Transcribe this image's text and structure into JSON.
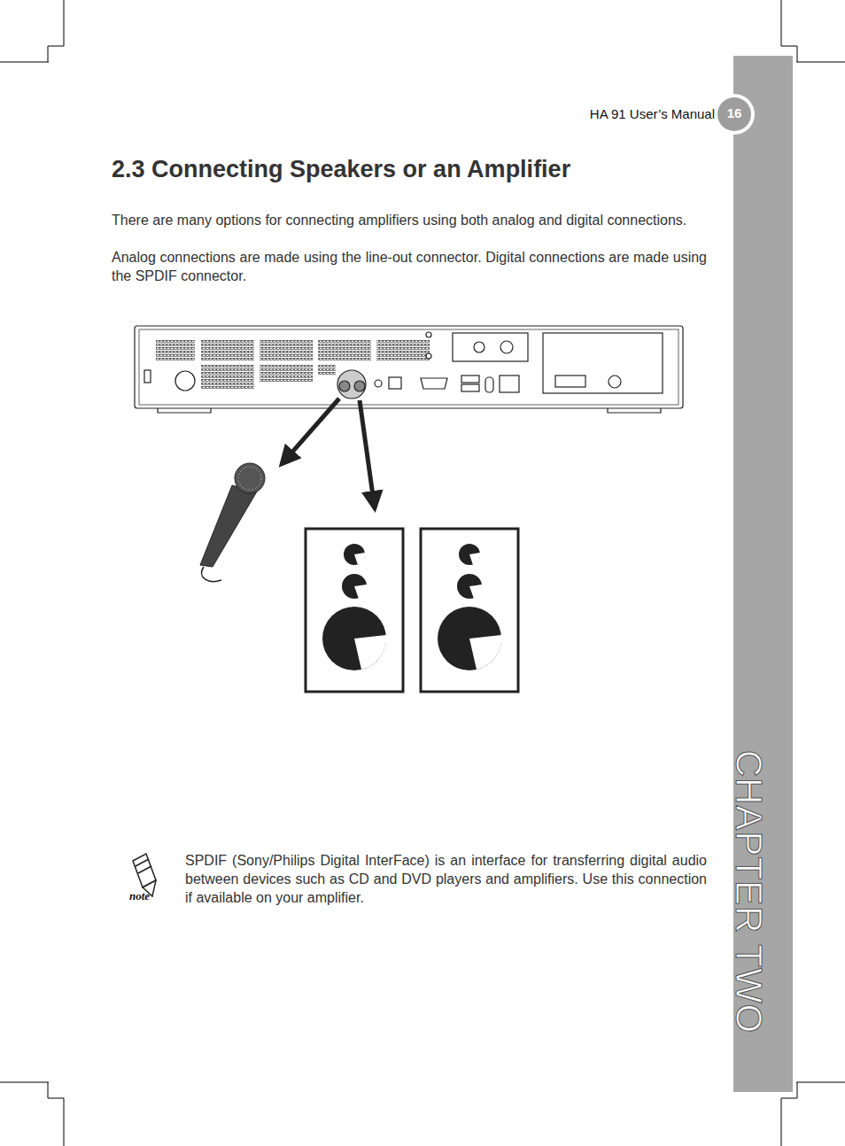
{
  "diagram": {
    "title": "2.3 Connecting Speakers or an Amplifier",
    "labels": [
      "HA 91 User’s Manual",
      "16",
      "There are many options for connecting amplifiers using both analog and digital connections.",
      "Analog connections are made using the line-out connector. Digital connections are made using the SPDIF connector.",
      "note",
      "SPDIF (Sony/Philips Digital InterFace) is an interface for transferring digital audio between devices such as CD and DVD players and amplifiers. Use this connection if available on your amplifier.",
      "CHAPTER TWO"
    ]
  }
}
